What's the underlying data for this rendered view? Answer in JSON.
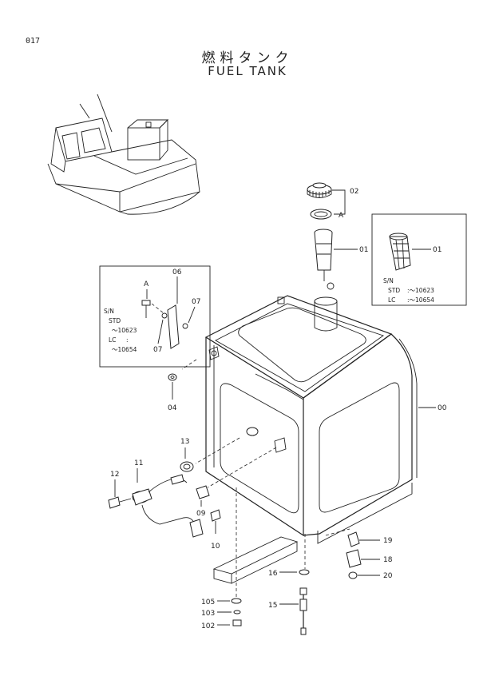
{
  "page": {
    "number": "017"
  },
  "title": {
    "japanese": "燃料タンク",
    "english": "FUEL TANK"
  },
  "callouts": {
    "p00": "00",
    "p01": "01",
    "p01b": "01",
    "p02": "02",
    "pA": "A",
    "pA2": "A",
    "p04": "04",
    "p06": "06",
    "p07a": "07",
    "p07b": "07",
    "p09": "09",
    "p10": "10",
    "p11": "11",
    "p12": "12",
    "p13": "13",
    "p15": "15",
    "p16": "16",
    "p18": "18",
    "p19": "19",
    "p20": "20",
    "p102": "102",
    "p103": "103",
    "p105": "105"
  },
  "inset_left": {
    "sn": "S/N",
    "std": "STD",
    "std_range": "～10623",
    "lc": "LC",
    "lc_colon": ":",
    "lc_range": "～10654"
  },
  "inset_right": {
    "sn": "S/N",
    "std": "STD",
    "std_range": ":～10623",
    "lc": "LC",
    "lc_range": ":～10654"
  }
}
